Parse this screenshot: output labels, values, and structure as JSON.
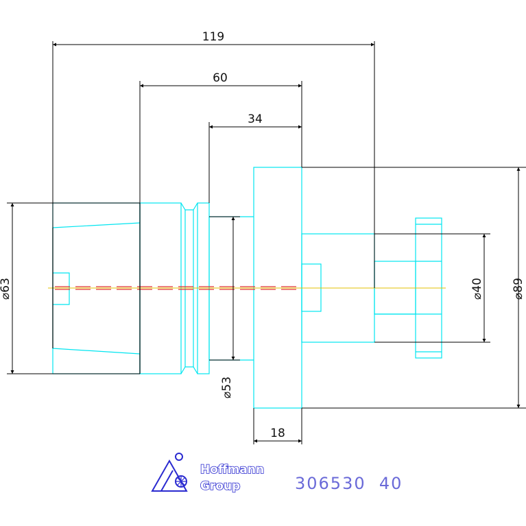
{
  "dimensions": {
    "overall_length": "119",
    "length_60": "60",
    "length_34": "34",
    "flange_width": "18",
    "dia_63": "⌀63",
    "dia_53": "⌀53",
    "dia_40": "⌀40",
    "dia_89": "⌀89"
  },
  "logo": {
    "line1": "Hoffmann",
    "line2": "Group"
  },
  "part_number": "306530  40",
  "colors": {
    "outline": "#00e5f0",
    "dimension": "#000000",
    "centerline_red": "#e03030",
    "centerline_yellow": "#e0c000",
    "logo": "#2a2ad0",
    "part_number": "#6a6ad8"
  }
}
